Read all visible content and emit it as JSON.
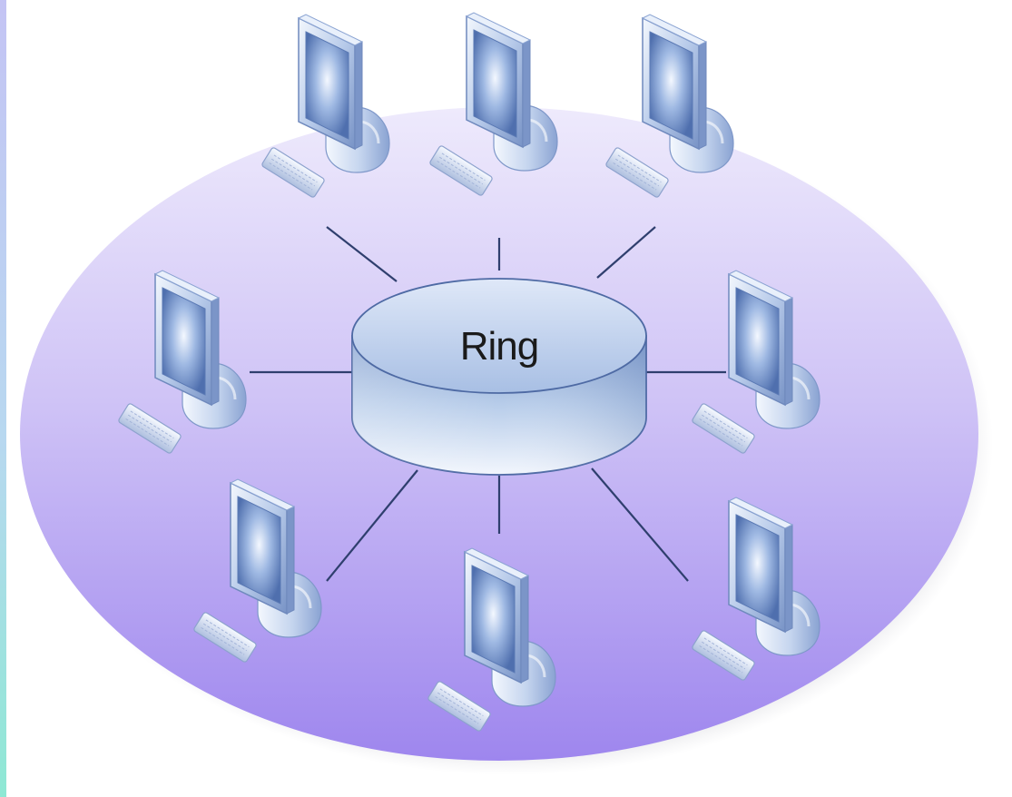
{
  "diagram": {
    "topology": "ring",
    "hub": {
      "label": "Ring"
    },
    "nodes": [
      {
        "name": "computer-top-left"
      },
      {
        "name": "computer-top-center"
      },
      {
        "name": "computer-top-right"
      },
      {
        "name": "computer-middle-left"
      },
      {
        "name": "computer-middle-right"
      },
      {
        "name": "computer-bottom-left"
      },
      {
        "name": "computer-bottom-center"
      },
      {
        "name": "computer-bottom-right"
      }
    ],
    "colors": {
      "platform_top": "#eeeafc",
      "platform_bottom": "#9e86ee",
      "platform_shadow": "#c9c9cf",
      "link_line": "#2f3f6e",
      "device_light": "#e8f0fb",
      "device_mid": "#a9c0e6",
      "device_dark": "#5f7fba",
      "screen_glow": "#f4f8ff"
    }
  }
}
